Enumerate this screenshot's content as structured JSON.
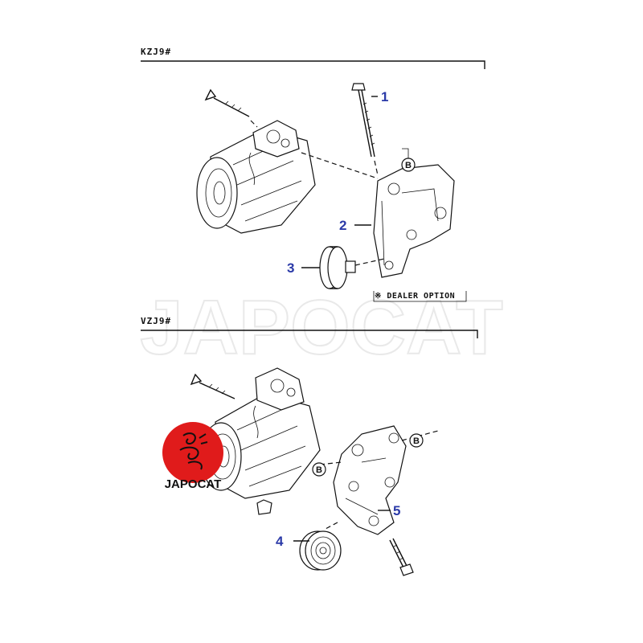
{
  "sections": [
    {
      "label": "KZJ9#"
    },
    {
      "label": "VZJ9#"
    }
  ],
  "callouts": [
    "1",
    "2",
    "3",
    "4",
    "5"
  ],
  "reference_marker": "B",
  "dealer_option_note": "※ DEALER OPTION",
  "watermark": "JAPOCAT",
  "logo": {
    "text": "JAPOCAT",
    "color": "#e01b1b"
  },
  "colors": {
    "callout": "#2b3aa8",
    "line": "#111111"
  }
}
